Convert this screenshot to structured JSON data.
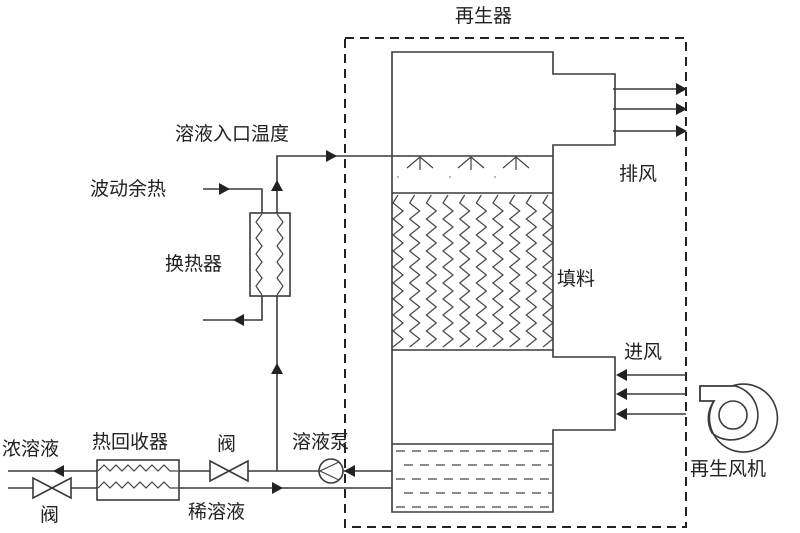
{
  "diagram": {
    "type": "process-flow",
    "labels": {
      "regenerator": "再生器",
      "solution_inlet_temp": "溶液入口温度",
      "fluctuating_waste_heat": "波动余热",
      "heat_exchanger": "换热器",
      "exhaust_air": "排风",
      "packing": "填料",
      "inlet_air": "进风",
      "regeneration_fan": "再生风机",
      "concentrated_solution": "浓溶液",
      "heat_recovery": "热回收器",
      "valve_upper": "阀",
      "valve_lower": "阀",
      "solution_pump": "溶液泵",
      "dilute_solution": "稀溶液"
    },
    "colors": {
      "line": "#3a3a3a",
      "text": "#222222",
      "background": "#ffffff"
    }
  }
}
